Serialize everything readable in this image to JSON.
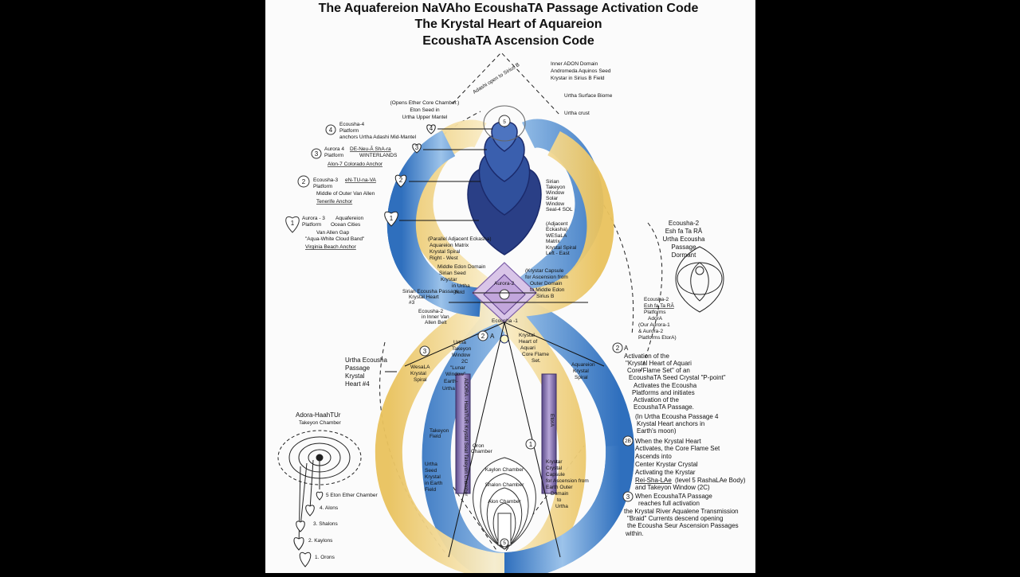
{
  "titles": [
    "The Aquafereion NaVAho EcoushaTA Passage Activation Code",
    "The Krystal Heart of Aquareion",
    "EcoushaTA Ascension Code"
  ],
  "colors": {
    "background": "#000000",
    "panel": "#fbfbfb",
    "blue": "#3f86cf",
    "gold": "#f3d98c",
    "purple": "#8a6fb0",
    "navy": "#1b2a6b"
  },
  "top_labels": {
    "inner_adon": [
      "Inner ADON Domain",
      "Andromeda Aquinos Seed",
      "Krystar in Sirius B Field"
    ],
    "adashi": "Adashi open to Sirius B",
    "surface": "Urtha Surface Biome",
    "crust": "Urtha crust",
    "ether": [
      "(Opens Ether Core Chamber.)",
      "Eton Seed in",
      "Urtha Upper Mantel"
    ]
  },
  "left_labels": {
    "e4": [
      "Ecousha-4",
      "Platform",
      "anchors Urtha Adashi Mid-Mantel"
    ],
    "a4": [
      "Aurora 4",
      "Platform"
    ],
    "a4_name": "DE-Neu-Ā ShA-ra",
    "a4_sub": "WINTERLANDS",
    "a4_anchor": "Alon-7 Colorado Anchor",
    "e3": [
      "Ecousha-3",
      "Platform",
      "Middle of Outer Van Allen"
    ],
    "e3_name": "eN-TU-na-VA",
    "e3_anchor": "Tenerife Anchor",
    "a3": [
      "Aurora - 3",
      "Platform"
    ],
    "a3_right": [
      "Aquafereion",
      "Ocean Cities",
      "Van Allen Gap",
      "\"Aqua-White Cloud Band\""
    ],
    "a3_anchor": "Virginia Beach Anchor"
  },
  "markers": {
    "n1": "1",
    "n2": "2",
    "n3": "3",
    "n4": "4",
    "n5": "5",
    "two_a": "2",
    "letter_a": "A",
    "two_b": "2B"
  },
  "inner_labels": {
    "sirian_window": [
      "Sirian",
      "Takeyon",
      "Window",
      "Solar",
      "Window",
      "Seal-4 SOL"
    ],
    "adjacent": [
      "(Adjacent",
      "Eckasha)",
      "WESaLA",
      "Matrix",
      "Krystal Spiral",
      "Left - East"
    ],
    "parallel": [
      "(Parallel Adjacent Eckasha)",
      "Aquareion Matrix",
      "Krystal Spiral",
      "Right - West"
    ],
    "middle_edon": [
      "Middle Edon Domain",
      "Sirian Seed",
      "Krystar",
      "in Urtha",
      "field"
    ],
    "capsule": [
      "(Krystar Capsule",
      "for Ascension from",
      "Outer Domain",
      "to Middle Edon",
      "Sirius B"
    ],
    "passage3": [
      "Sirian Ecousha Passage",
      "Krystal Heart",
      "#3"
    ],
    "ecousha2_inner": [
      "Ecousha-2",
      "in Inner Van",
      "Allen Belt"
    ],
    "aurora2": "Aurora-2",
    "ecousha1": "Ecousha -1",
    "krystal_heart": [
      "Krystal",
      "Heart of",
      "Aquari",
      "Core Flame",
      "Set."
    ],
    "urtha_takeyon": [
      "Urtha",
      "Takeyon",
      "Window",
      "2C",
      "\"Lunar",
      "Window\"",
      "Earth-",
      "Urtha"
    ],
    "wesala": [
      "WesaLA",
      "Krystal",
      "Spiral"
    ],
    "aquareion_spiral": [
      "Aquareion",
      "Krystal",
      "Spiral"
    ],
    "takeyon_field": [
      "Takeyon",
      "Field"
    ],
    "oron_chamber": [
      "Oron",
      "Chamber"
    ],
    "urtha_seed": [
      "Urtha",
      "Seed",
      "Krystal",
      "in Earth",
      "Field"
    ],
    "krystar_capsule": [
      "Krystar",
      "Crystal",
      "Capsule",
      "for Ascension from",
      "Earth Outer",
      "Domain",
      "to",
      "Urtha"
    ],
    "tube_left": "ADORA - HaahTUR Krystal Seal Takeyon Chamber",
    "tube_right": "EtorA",
    "kaylon": "Kaylon Chamber",
    "shalon": "Shalon Chamber",
    "alon": "Alon Chamber"
  },
  "right_labels": {
    "ecousha2_top": [
      "Ecousha-2",
      "Esh fa Ta RĀ",
      "Urtha Ecousha",
      "Passage",
      "Dormant"
    ],
    "ecousha2_bottom": [
      "Ecousha-2",
      "Esh fa Ta RĀ",
      "Platforms",
      "AdorA",
      "(Our Aurora-1",
      "& Aurora-2",
      "Platforms EtorA)"
    ],
    "activation": [
      "Activation of the",
      "\"Krystal Heart of Aquari",
      "Core Flame Set\" of an",
      "EcoushaTA Seed Crystal \"P-point\"",
      "Activates the Ecousha",
      "Platforms and initiates",
      "Activation of the",
      "EcoushaTA Passage.",
      "(In Urtha Ecousha Passage 4",
      "Krystal Heart anchors in",
      "Earth's moon)"
    ],
    "heart_text": [
      "When the Krystal Heart",
      "Activates, the Core Flame Set",
      "Ascends into",
      "Center Krystar Crystal",
      "Activating the Krystar"
    ],
    "rei_sha": "Rei-Sha-LAe",
    "rei_sha_rest": "(level 5 RashaLAe Body)",
    "takeyon_2c": "and Takeyon Window (2C)",
    "passage_text": [
      "When EcoushaTA Passage",
      "reaches full activation",
      "the Krystal River Aqualene Transmission",
      "\"Braid\" Currents descend opening",
      "the Ecousha Seur Ascension Passages",
      "within."
    ]
  },
  "urtha_passage4": [
    "Urtha Ecousha",
    "Passage",
    "Krystal",
    "Heart #4"
  ],
  "lower_left": {
    "adora": "Adora-HaahTUr",
    "takeyon_chamber": "Takeyon Chamber",
    "legend": [
      "5  Eton Ether Chamber",
      "4. Alons",
      "3. Shalons",
      "2. Kaylons",
      "1. Orons"
    ]
  }
}
